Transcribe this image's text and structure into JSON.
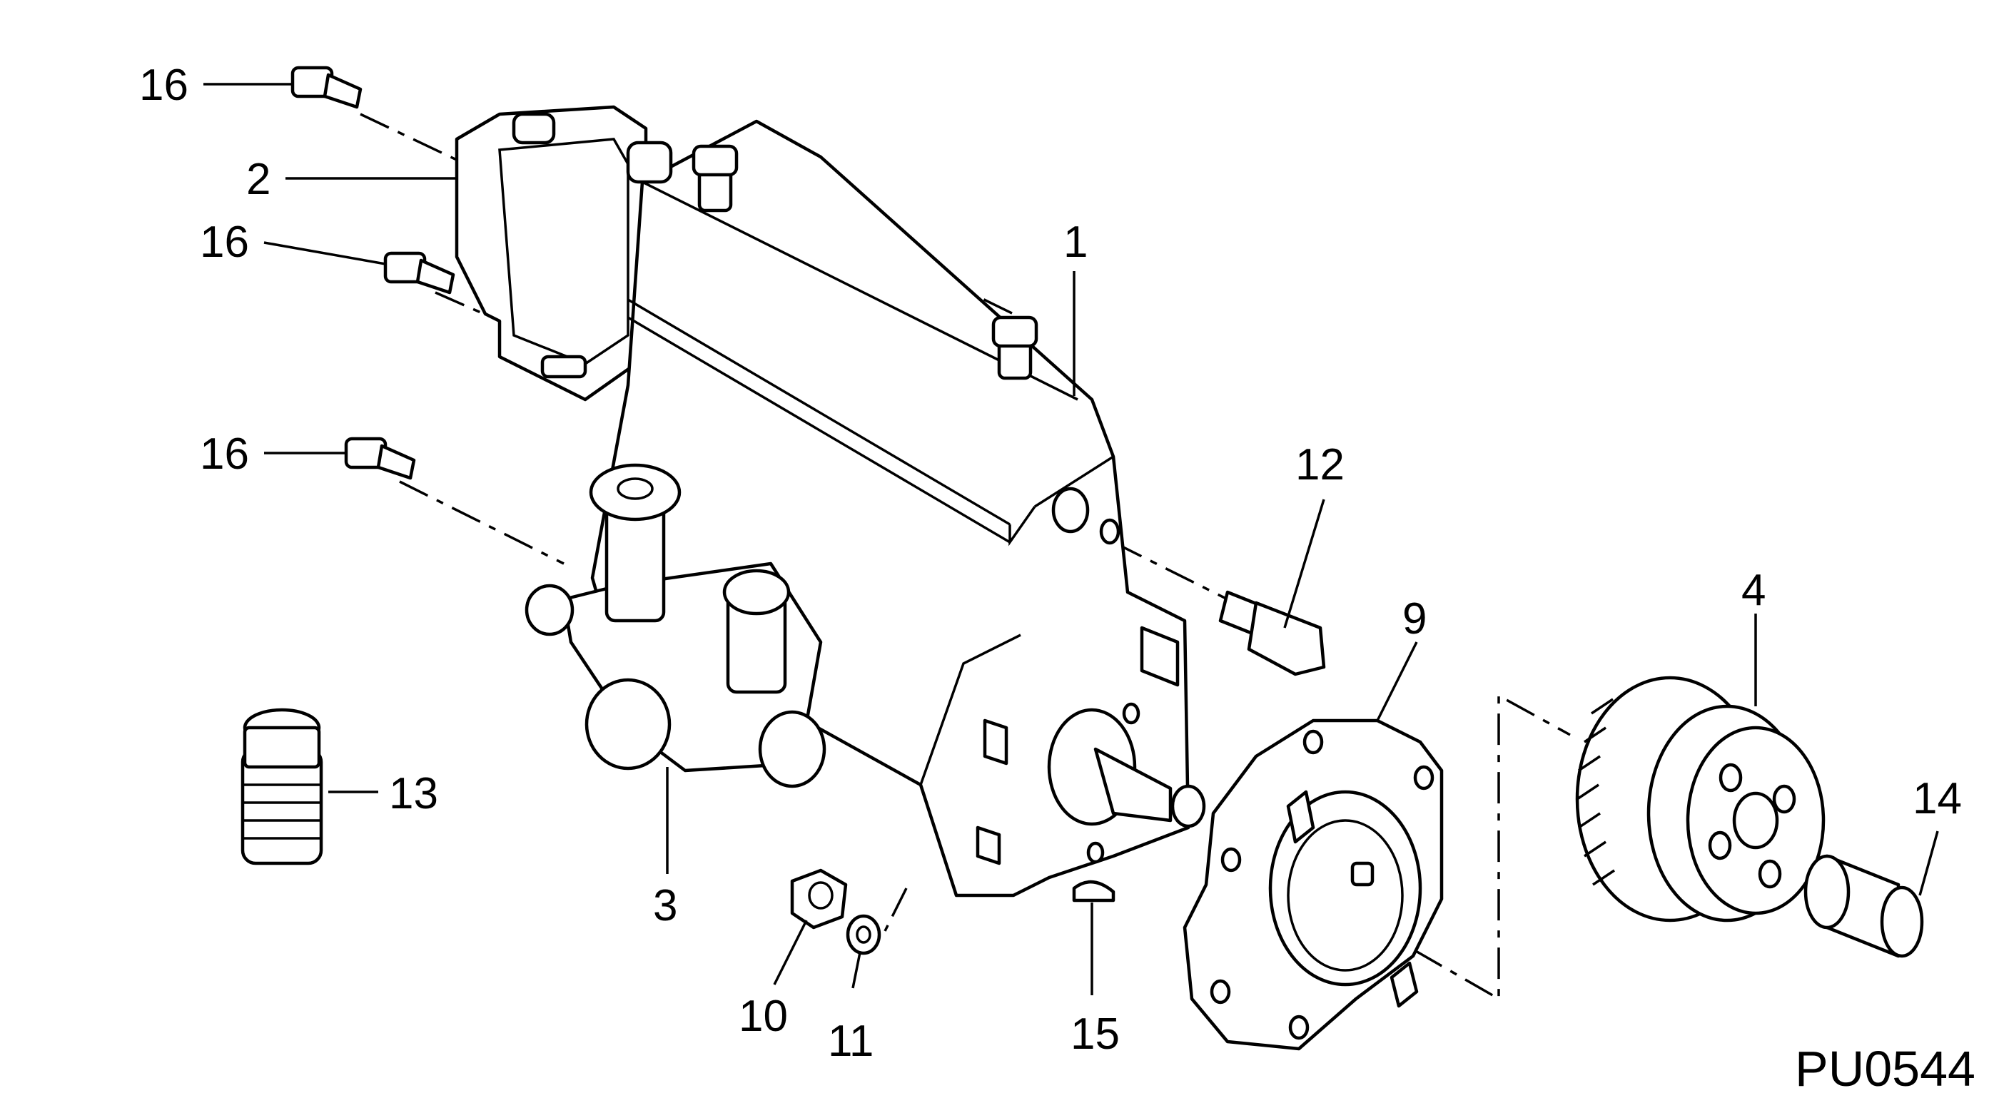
{
  "figure_code": "PU0544",
  "callouts": {
    "c1": "1",
    "c2": "2",
    "c3": "3",
    "c4": "4",
    "c9": "9",
    "c10": "10",
    "c11": "11",
    "c12": "12",
    "c13": "13",
    "c14": "14",
    "c15": "15",
    "c16a": "16",
    "c16b": "16",
    "c16c": "16"
  }
}
